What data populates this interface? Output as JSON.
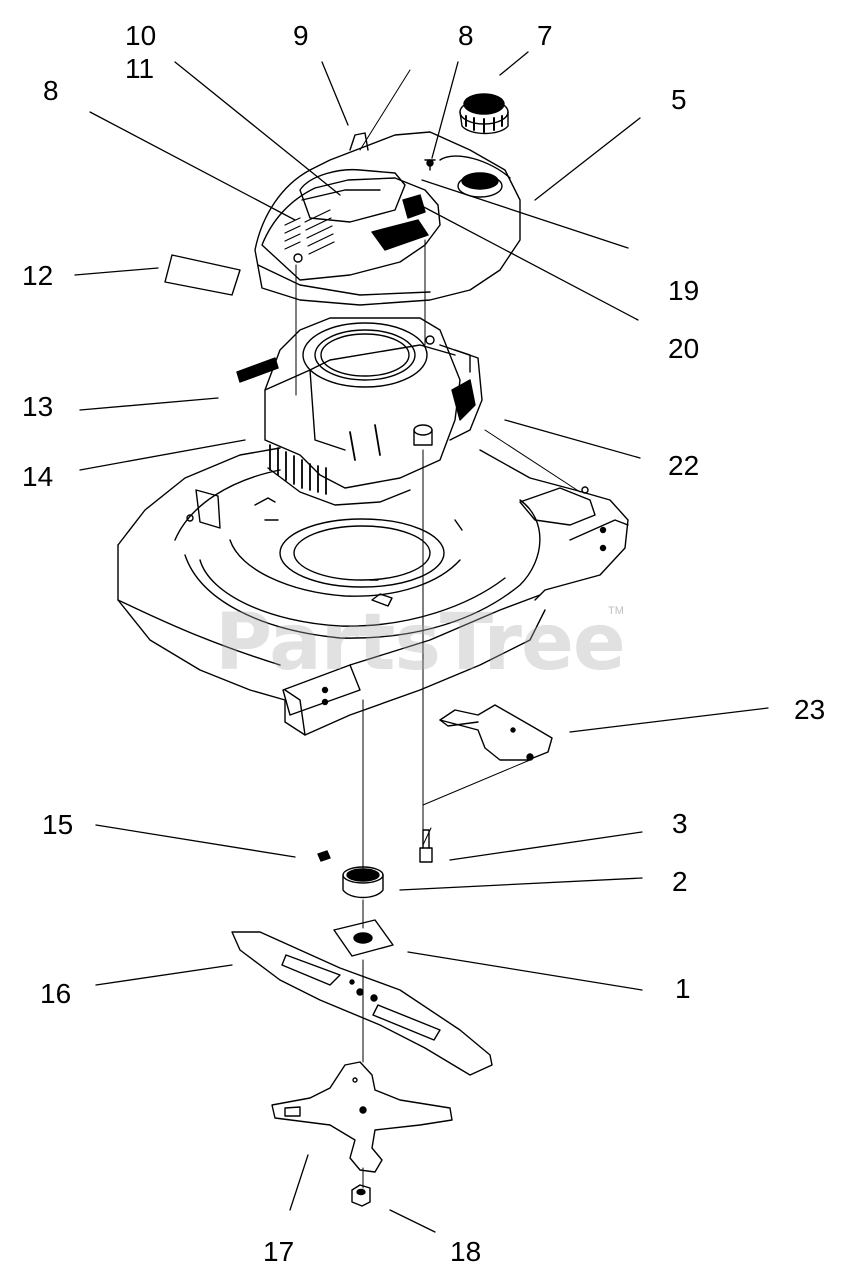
{
  "diagram": {
    "watermark": "PartsTree",
    "trademark": "TM",
    "callouts": [
      {
        "id": "c10",
        "text": "10"
      },
      {
        "id": "c11",
        "text": "11"
      },
      {
        "id": "c9",
        "text": "9"
      },
      {
        "id": "c8a",
        "text": "8"
      },
      {
        "id": "c8b",
        "text": "8"
      },
      {
        "id": "c7",
        "text": "7"
      },
      {
        "id": "c5",
        "text": "5"
      },
      {
        "id": "c12",
        "text": "12"
      },
      {
        "id": "c19",
        "text": "19"
      },
      {
        "id": "c20",
        "text": "20"
      },
      {
        "id": "c13",
        "text": "13"
      },
      {
        "id": "c14",
        "text": "14"
      },
      {
        "id": "c22",
        "text": "22"
      },
      {
        "id": "c23",
        "text": "23"
      },
      {
        "id": "c15",
        "text": "15"
      },
      {
        "id": "c3",
        "text": "3"
      },
      {
        "id": "c2",
        "text": "2"
      },
      {
        "id": "c16",
        "text": "16"
      },
      {
        "id": "c1",
        "text": "1"
      },
      {
        "id": "c17",
        "text": "17"
      },
      {
        "id": "c18",
        "text": "18"
      }
    ]
  }
}
